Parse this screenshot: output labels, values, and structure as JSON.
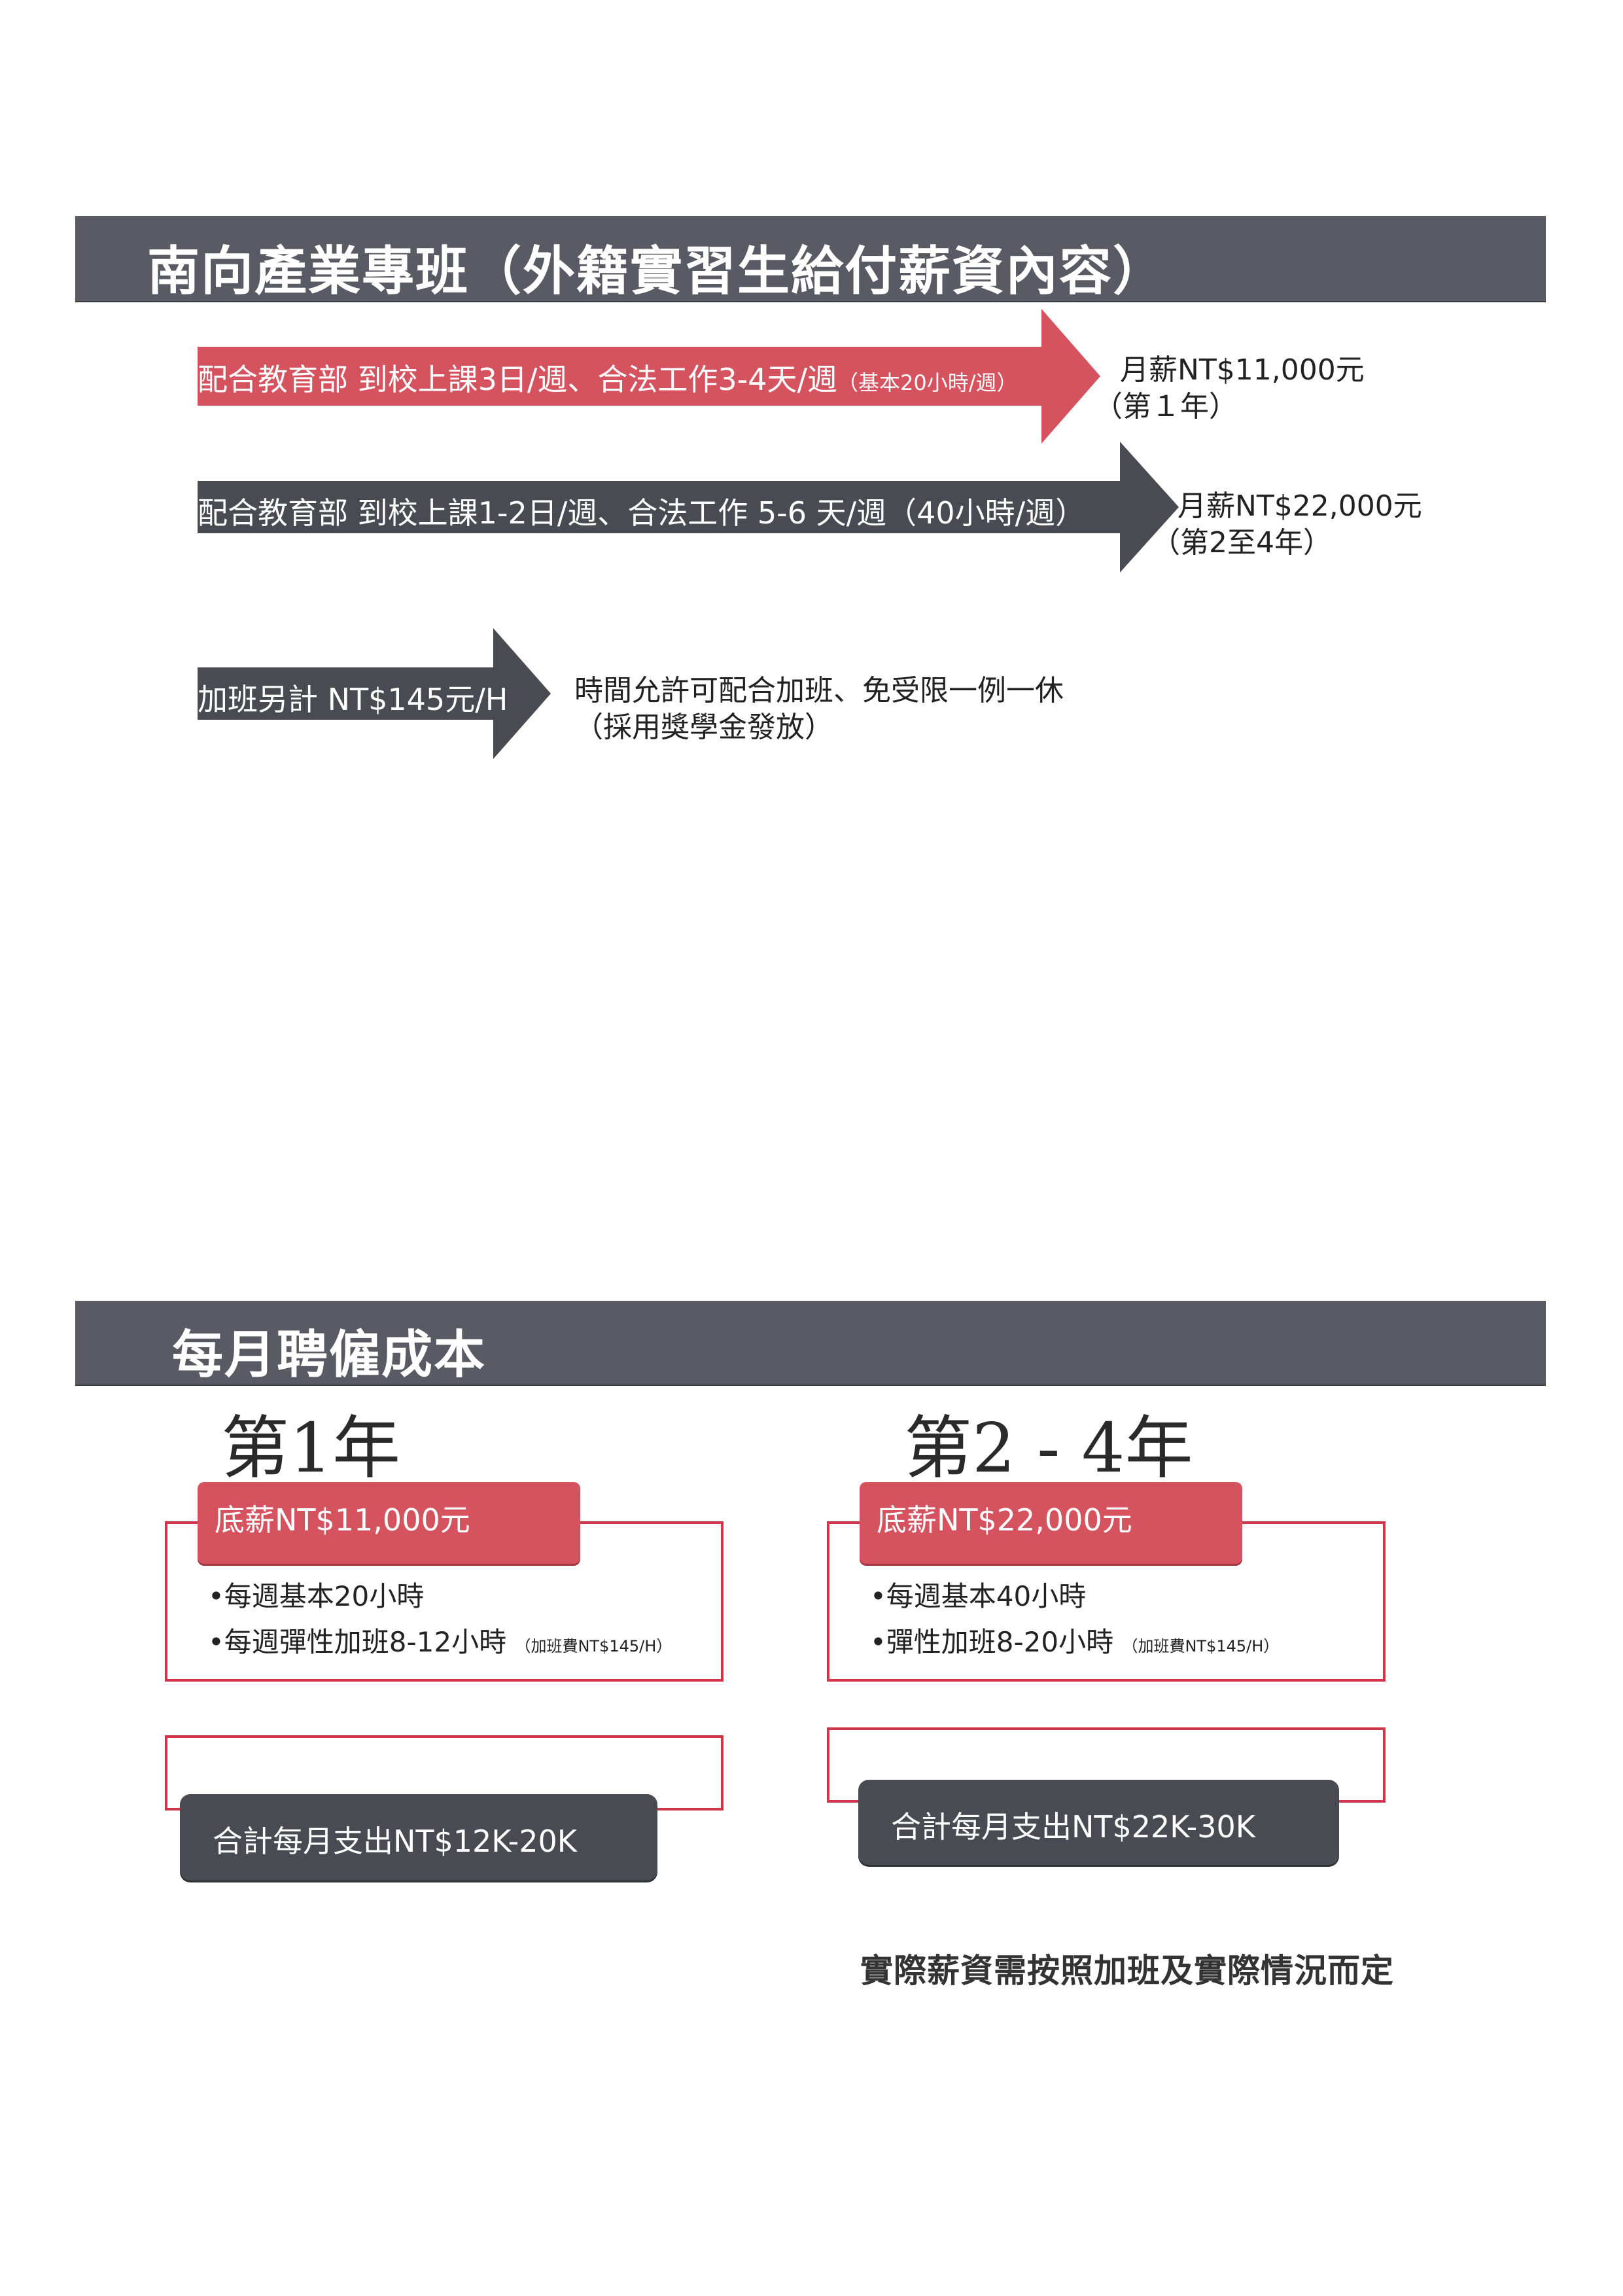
{
  "section1": {
    "title": "南向產業專班（外籍實習生給付薪資內容）",
    "arrow1": {
      "label": "配合教育部 到校上課3日/週、合法工作3-4天/週",
      "label_small": "（基本20小時/週）",
      "salary": "月薪NT$11,000元",
      "period": "（第１年）",
      "color": "#d5525f"
    },
    "arrow2": {
      "label": "配合教育部 到校上課1-2日/週、合法工作 5-6 天/週（40小時/週）",
      "salary": "月薪NT$22,000元",
      "period": "（第2至4年）",
      "color": "#4a4b52"
    },
    "arrow3": {
      "label": "加班另計 NT$145元/H",
      "note_line1": "時間允許可配合加班、免受限一例一休",
      "note_line2": "（採用獎學金發放）",
      "color": "#4a4b52"
    }
  },
  "section2": {
    "title": "每月聘僱成本",
    "year1": {
      "heading": "第1年",
      "base": "底薪NT$11,000元",
      "bullet1": "•每週基本20小時",
      "bullet2": "•每週彈性加班8-12小時",
      "bullet2_small": "（加班費NT$145/H）",
      "total": "合計每月支出NT$12K-20K"
    },
    "year2": {
      "heading": "第2 - 4年",
      "base": "底薪NT$22,000元",
      "bullet1": "•每週基本40小時",
      "bullet2": "•彈性加班8-20小時",
      "bullet2_small": "（加班費NT$145/H）",
      "total": "合計每月支出NT$22K-30K"
    },
    "footnote": "實際薪資需按照加班及實際情況而定"
  },
  "colors": {
    "header_bar": "#595a63",
    "accent_red": "#d2344a",
    "dark_pill": "#4a4b52"
  }
}
